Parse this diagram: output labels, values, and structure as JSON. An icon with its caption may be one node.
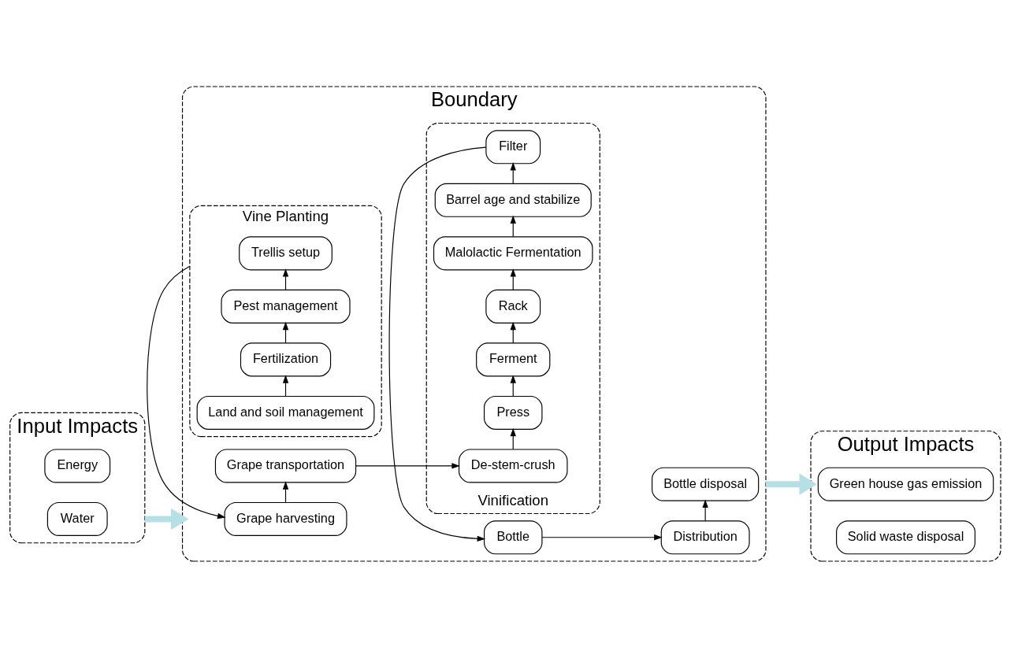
{
  "diagram": {
    "nodes": [
      {
        "text": [
          "Input Impacts"
        ]
      },
      {
        "text": [
          "Energy"
        ],
        "in": 0
      },
      {
        "text": [
          "Water"
        ],
        "in": 0
      },
      {
        "text": [
          "Boundary"
        ]
      },
      {
        "text": [
          "Vine Planting"
        ],
        "in": 3
      },
      {
        "text": [
          "Land and soil management"
        ],
        "in": 4
      },
      {
        "text": [
          "Fertilization"
        ],
        "in": 4
      },
      {
        "text": [
          "Pest management"
        ],
        "in": 4
      },
      {
        "text": [
          "Trellis setup"
        ],
        "in": 4
      },
      {
        "text": [
          "Grape harvesting"
        ],
        "in": 3
      },
      {
        "text": [
          "Grape transportation"
        ],
        "in": 3
      },
      {
        "text": [
          "Vinification"
        ],
        "in": 3
      },
      {
        "text": [
          "De-stem-crush"
        ],
        "in": 11
      },
      {
        "text": [
          "Press"
        ],
        "in": 11
      },
      {
        "text": [
          "Ferment"
        ],
        "in": 11
      },
      {
        "text": [
          "Rack"
        ],
        "in": 11
      },
      {
        "text": [
          "Malolactic Fermentation"
        ],
        "in": 11
      },
      {
        "text": [
          "Barrel age and stabilize"
        ],
        "in": 11
      },
      {
        "text": [
          "Filter"
        ],
        "in": 11
      },
      {
        "text": [
          "Bottle"
        ],
        "in": 3
      },
      {
        "text": [
          "Distribution"
        ],
        "in": 3
      },
      {
        "text": [
          "Bottle disposal"
        ],
        "in": 3
      },
      {
        "text": [
          "Output Impacts"
        ]
      },
      {
        "text": [
          "Green house gas emission"
        ],
        "in": 22
      },
      {
        "text": [
          "Solid waste disposal"
        ],
        "in": 22
      }
    ],
    "edges": [
      {
        "from": 0,
        "to": 3,
        "arrow": "to",
        "style": "thick",
        "color": "#b7e0e6"
      },
      {
        "from": 5,
        "to": 6,
        "arrow": "to"
      },
      {
        "from": 6,
        "to": 7,
        "arrow": "to"
      },
      {
        "from": 7,
        "to": 8,
        "arrow": "to"
      },
      {
        "from": 4,
        "to": 9,
        "arrow": "to"
      },
      {
        "from": 9,
        "to": 10,
        "arrow": "to"
      },
      {
        "from": 10,
        "to": 12,
        "arrow": "to"
      },
      {
        "from": 12,
        "to": 13,
        "arrow": "to"
      },
      {
        "from": 13,
        "to": 14,
        "arrow": "to"
      },
      {
        "from": 14,
        "to": 15,
        "arrow": "to"
      },
      {
        "from": 15,
        "to": 16,
        "arrow": "to"
      },
      {
        "from": 16,
        "to": 17,
        "arrow": "to"
      },
      {
        "from": 17,
        "to": 18,
        "arrow": "to"
      },
      {
        "from": 18,
        "to": 19,
        "arrow": "to"
      },
      {
        "from": 19,
        "to": 20,
        "arrow": "to"
      },
      {
        "from": 20,
        "to": 21,
        "arrow": "to"
      },
      {
        "from": 3,
        "to": 22,
        "arrow": "to",
        "style": "thick",
        "color": "#b7e0e6"
      }
    ]
  }
}
